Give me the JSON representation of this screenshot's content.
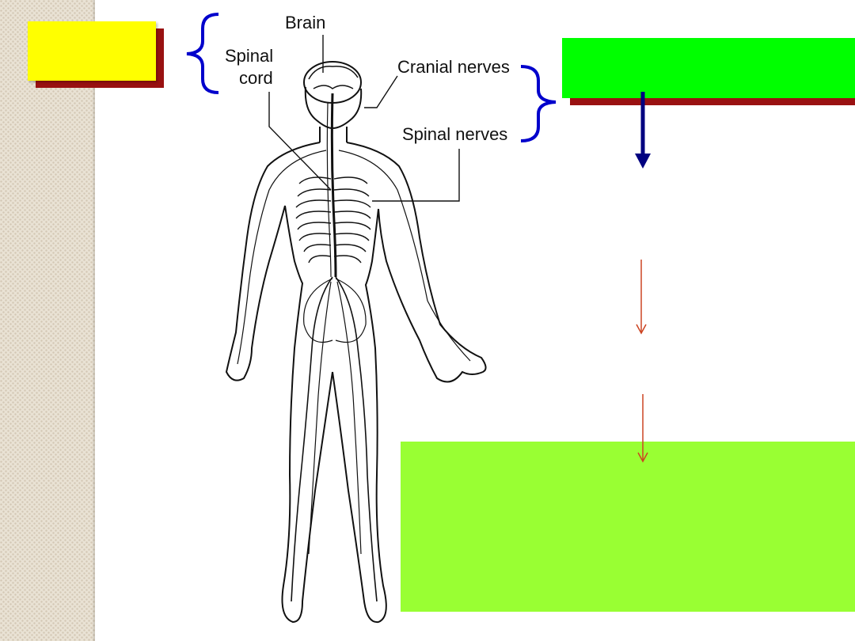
{
  "labels": {
    "brain": "Brain",
    "spinal_cord_line1": "Spinal",
    "spinal_cord_line2": "cord",
    "cranial_nerves": "Cranial nerves",
    "spinal_nerves": "Spinal nerves"
  },
  "colors": {
    "yellow_box": "#ffff00",
    "green_box": "#00ff00",
    "lime_box": "#99ff33",
    "box_shadow": "#991111",
    "bracket": "#0000cc",
    "thick_arrow": "#000080",
    "thin_arrow": "#cc4422"
  }
}
